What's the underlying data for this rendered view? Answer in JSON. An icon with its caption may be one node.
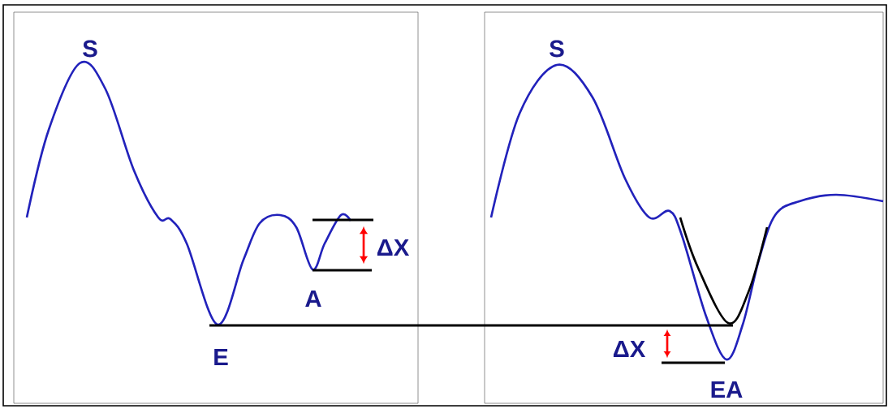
{
  "diagram": {
    "labels": [
      "S",
      "S",
      "ΔX",
      "A",
      "ΔX",
      "E",
      "EA"
    ]
  }
}
